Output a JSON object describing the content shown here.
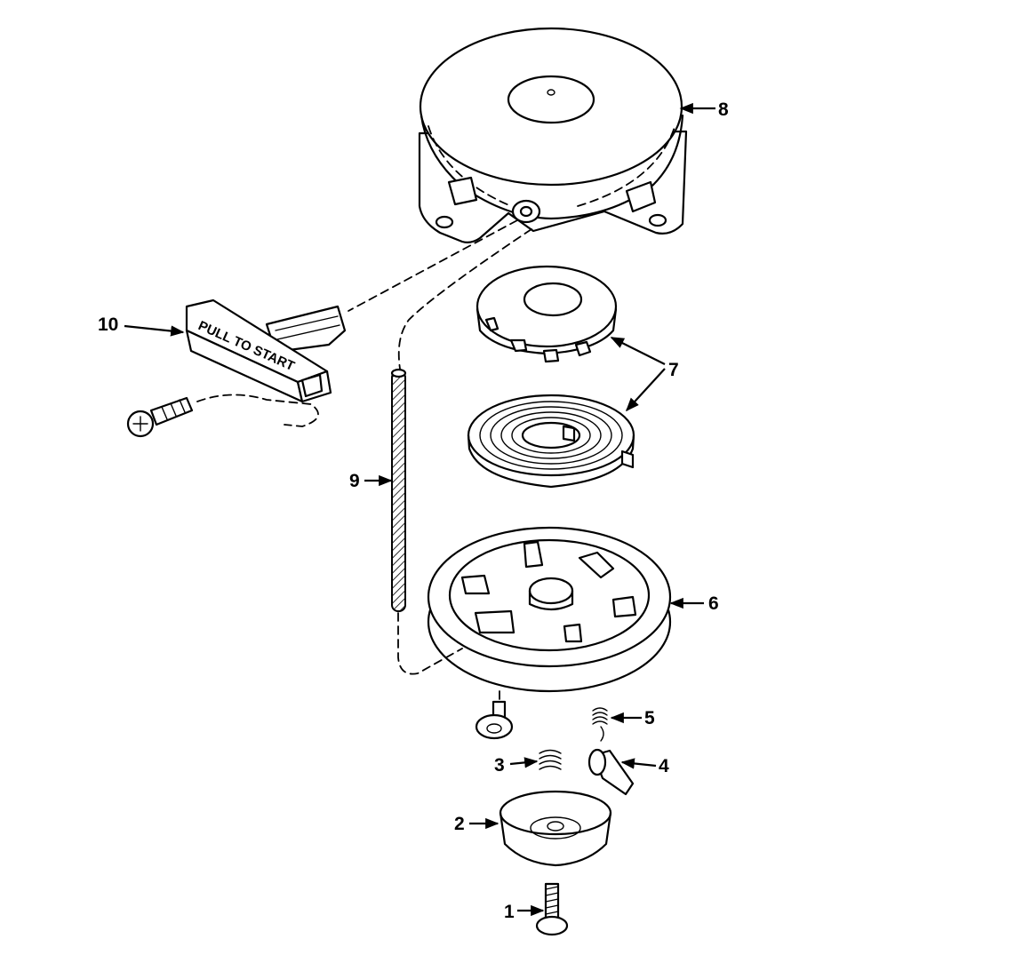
{
  "labels": [
    {
      "id": "1",
      "text": "1"
    },
    {
      "id": "2",
      "text": "2"
    },
    {
      "id": "3",
      "text": "3"
    },
    {
      "id": "4",
      "text": "4"
    },
    {
      "id": "5",
      "text": "5"
    },
    {
      "id": "6",
      "text": "6"
    },
    {
      "id": "7",
      "text": "7"
    },
    {
      "id": "8",
      "text": "8"
    },
    {
      "id": "9",
      "text": "9"
    },
    {
      "id": "10",
      "text": "10"
    }
  ],
  "handle_text": "PULL TO START"
}
